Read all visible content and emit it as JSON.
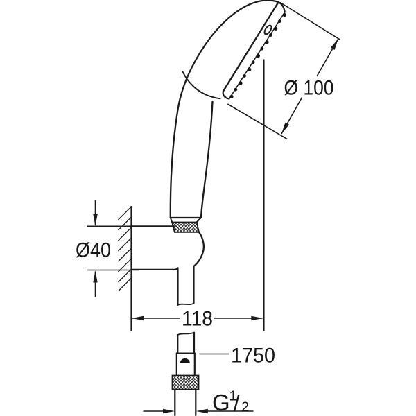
{
  "drawing": {
    "type": "technical-dimension-drawing",
    "product": "hand shower with wall holder and shower hose",
    "background_color": "#ffffff",
    "line_color": "#1a1a1a",
    "dimensions": {
      "head_diameter": {
        "label": "Ø 100"
      },
      "holder_diameter": {
        "label": "Ø40"
      },
      "wall_to_center": {
        "label": "118"
      },
      "hose_length": {
        "label": "1750"
      },
      "thread": {
        "letter": "G",
        "numerator": "1",
        "slash": "/",
        "denominator": "2",
        "label": "G 1/2"
      }
    }
  }
}
